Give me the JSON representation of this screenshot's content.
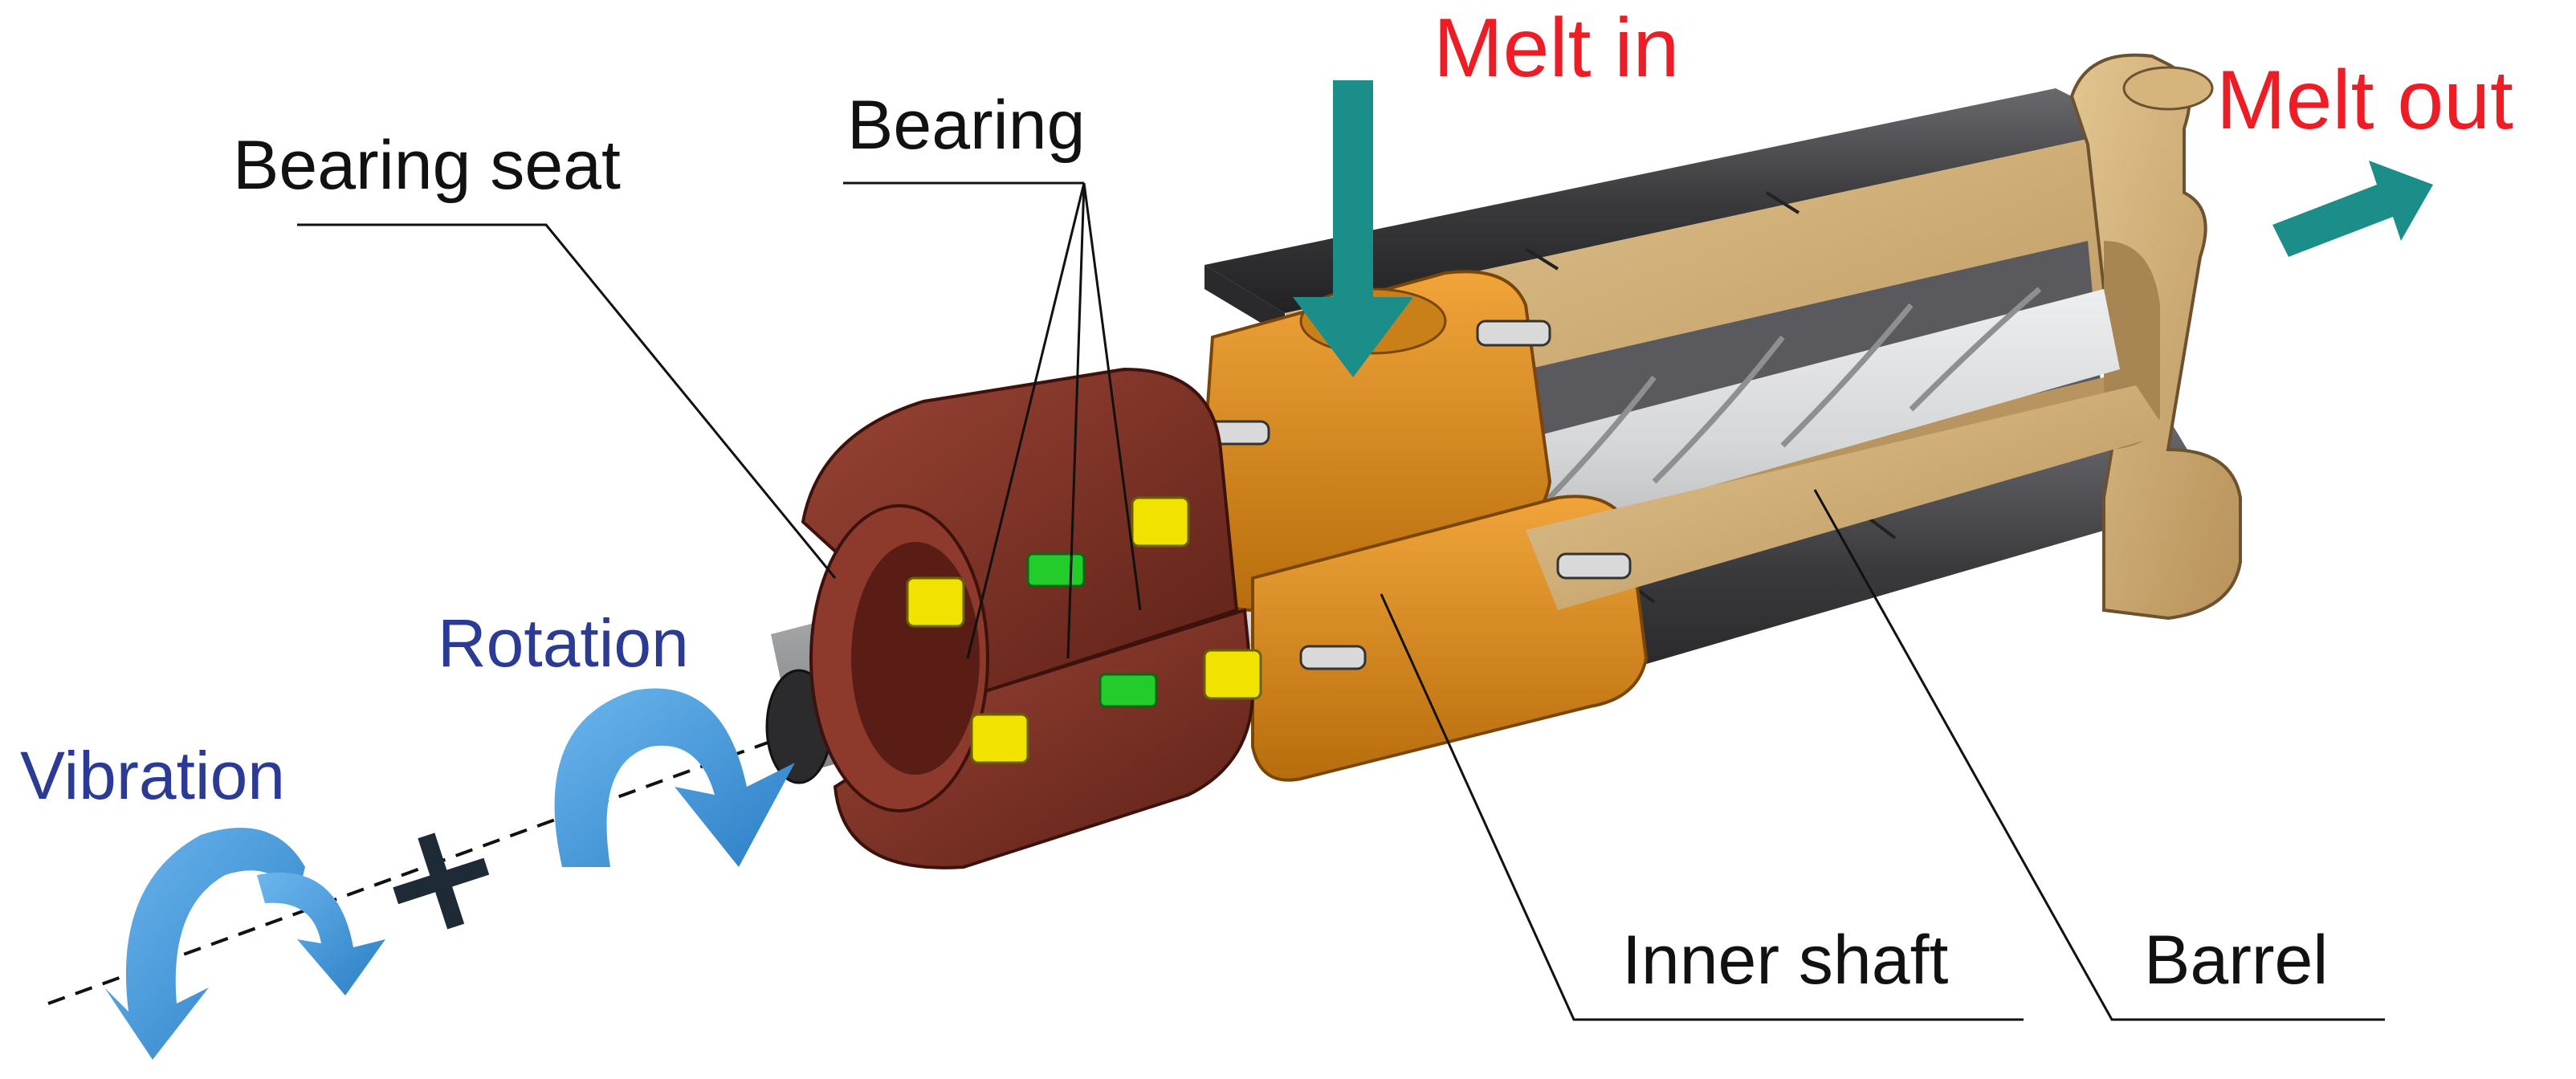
{
  "labels": {
    "melt_in": "Melt in",
    "melt_out": "Melt out",
    "bearing": "Bearing",
    "bearing_seat": "Bearing seat",
    "rotation": "Rotation",
    "vibration": "Vibration",
    "plus": "+",
    "inner_shaft": "Inner shaft",
    "barrel": "Barrel"
  },
  "colors": {
    "label_red": "#ee1c24",
    "label_blue": "#2b3a94",
    "flow_arrow": "#1b8e8a",
    "motion_arrow": "#3e95d9",
    "bearing_seat": "#7a2e22",
    "flange": "#d98a14",
    "barrel_tan": "#c9a770",
    "barrel_dark": "#3a3a3d",
    "shaft": "#c8cacc",
    "bearing_yellow": "#f2e200",
    "bearing_green": "#22cc2a"
  }
}
